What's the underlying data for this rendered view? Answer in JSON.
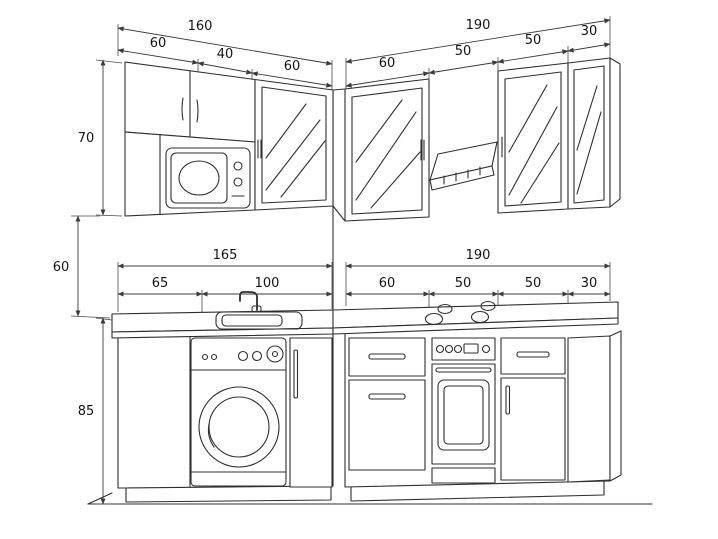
{
  "drawing": {
    "upper_left": {
      "total": "160",
      "segments": [
        "60",
        "40",
        "60"
      ]
    },
    "upper_right": {
      "total": "190",
      "segments": [
        "60",
        "50",
        "50",
        "30"
      ]
    },
    "lower_left": {
      "total": "165",
      "segments": [
        "65",
        "100"
      ]
    },
    "lower_right": {
      "total": "190",
      "segments": [
        "60",
        "50",
        "50",
        "30"
      ]
    },
    "vertical": {
      "upper_height": "70",
      "gap": "60",
      "base_height": "85"
    }
  },
  "colors": {
    "ink": "#2f2f2f",
    "dim": "#3b3b3b",
    "background": "#ffffff"
  }
}
